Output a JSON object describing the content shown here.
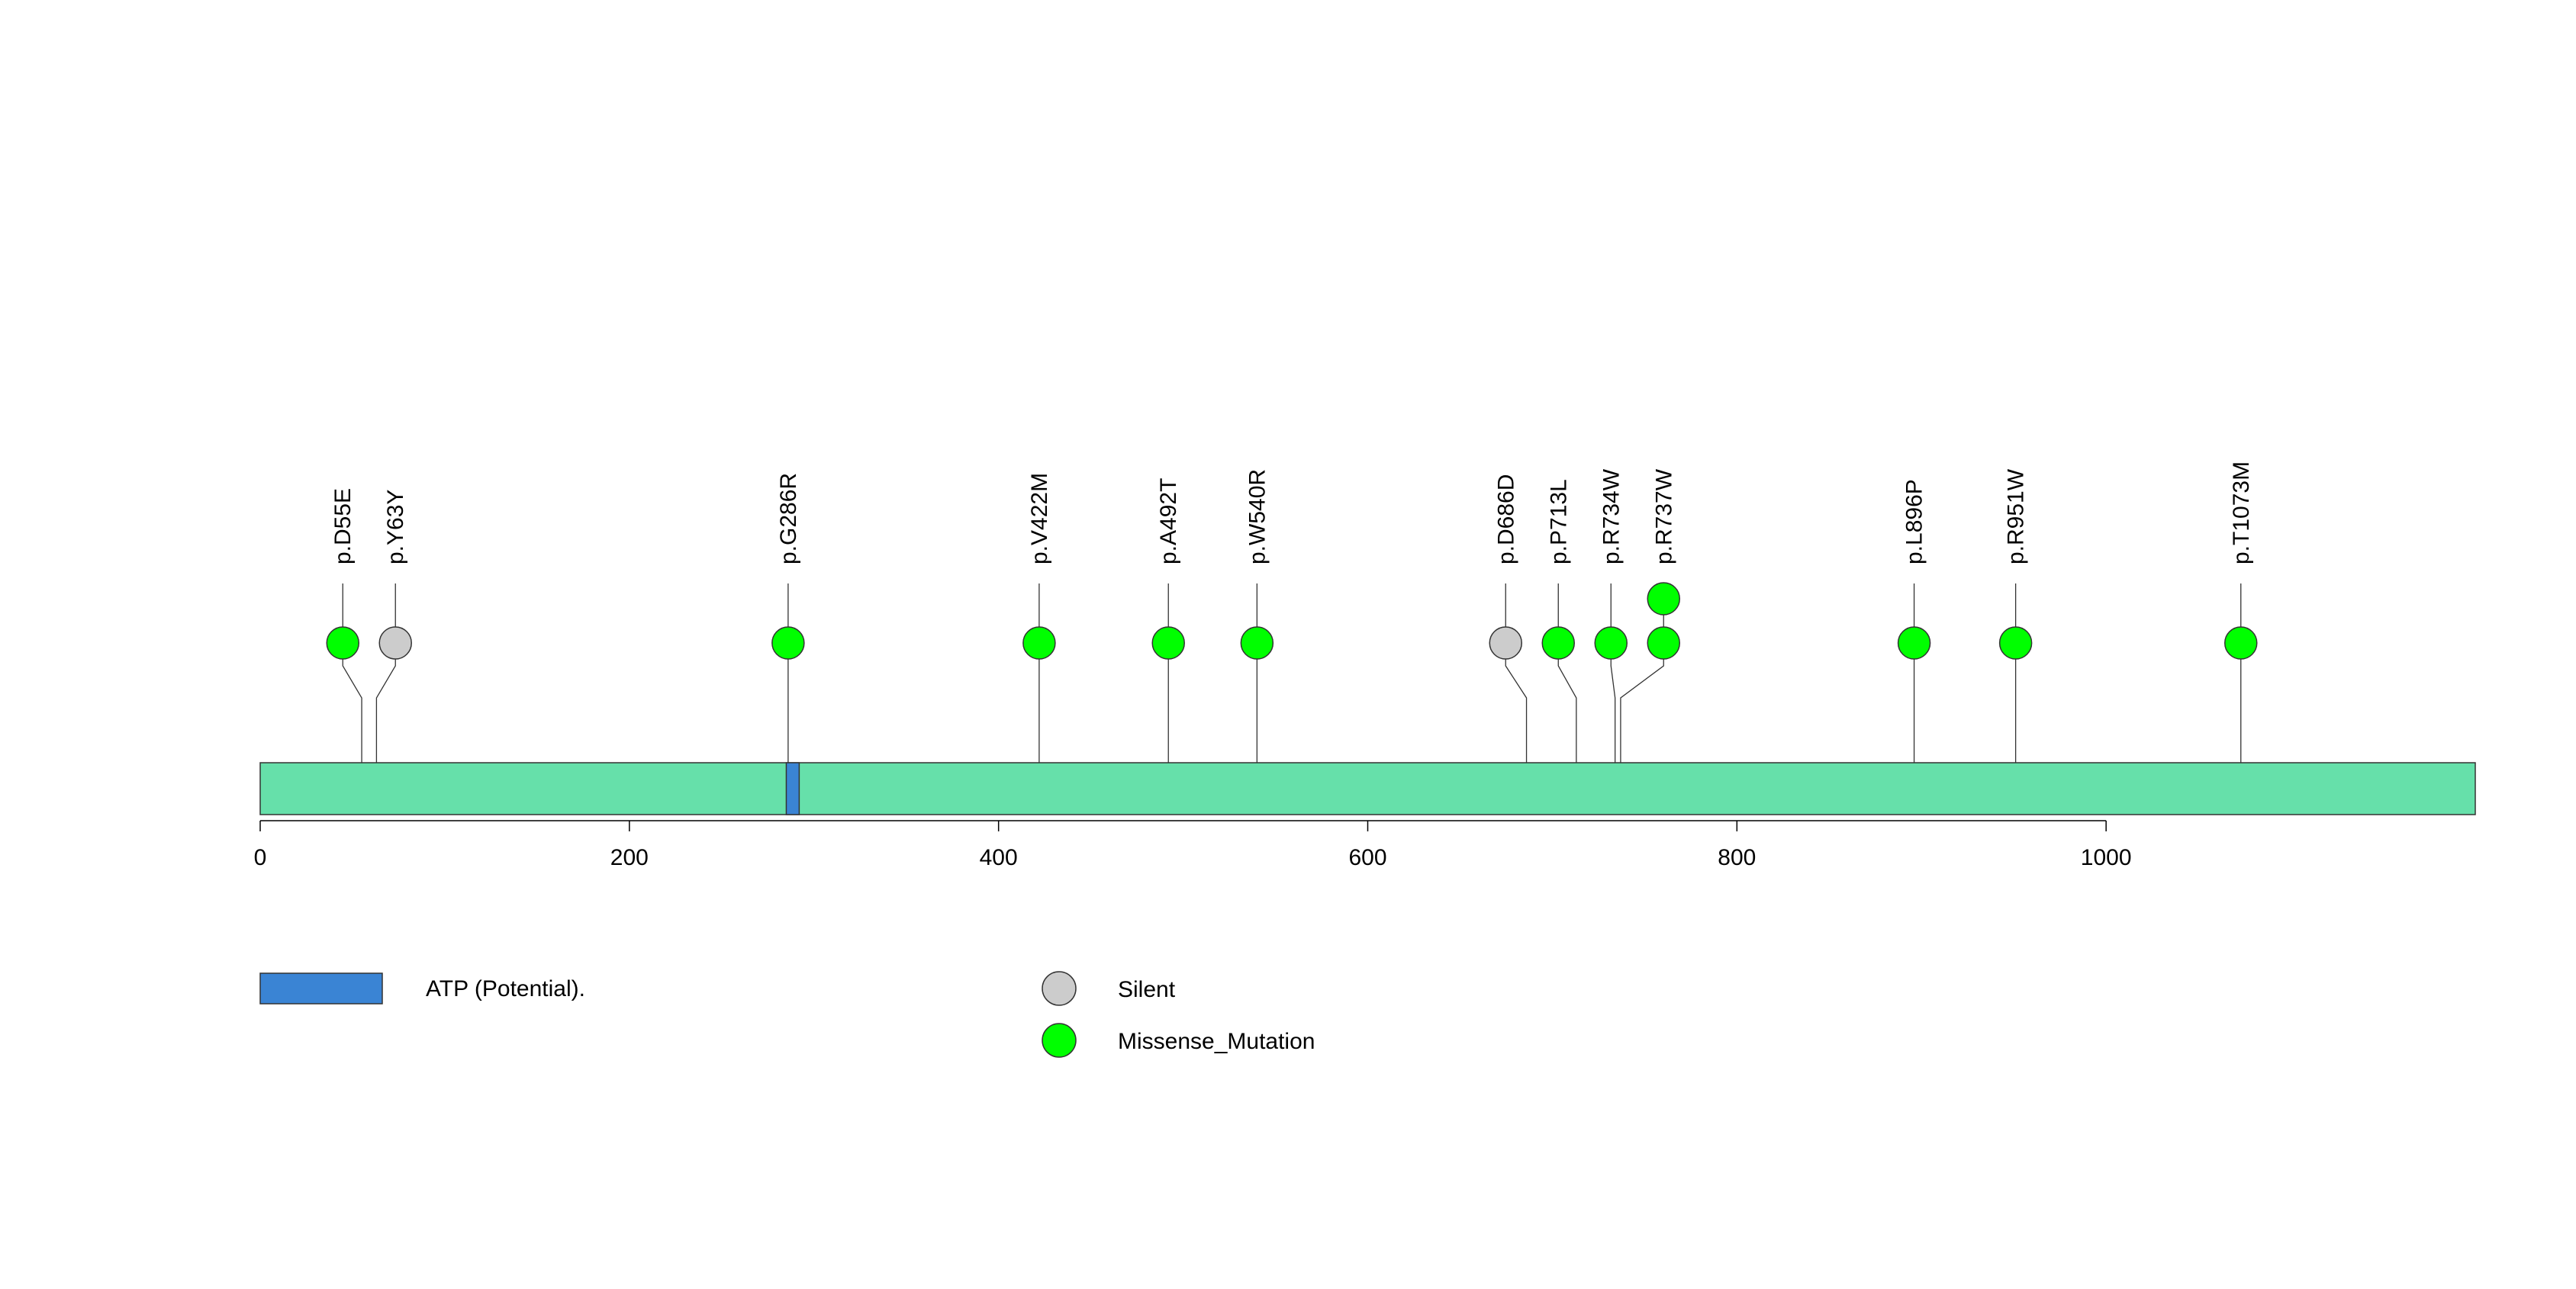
{
  "chart_data": {
    "type": "lollipop",
    "protein_length": 1200,
    "x_ticks": [
      0,
      200,
      400,
      600,
      800,
      1000
    ],
    "x_tick_labels": [
      "0",
      "200",
      "400",
      "600",
      "800",
      "1000"
    ],
    "domains": [
      {
        "name": "ATP (Potential).",
        "start": 285,
        "end": 292,
        "color": "#3a84d4"
      }
    ],
    "backbone_color": "#66e0aa",
    "mutations": [
      {
        "label": "p.D55E",
        "position": 55,
        "type": "Missense_Mutation",
        "count": 1
      },
      {
        "label": "p.Y63Y",
        "position": 63,
        "type": "Silent",
        "count": 1
      },
      {
        "label": "p.G286R",
        "position": 286,
        "type": "Missense_Mutation",
        "count": 1
      },
      {
        "label": "p.V422M",
        "position": 422,
        "type": "Missense_Mutation",
        "count": 1
      },
      {
        "label": "p.A492T",
        "position": 492,
        "type": "Missense_Mutation",
        "count": 1
      },
      {
        "label": "p.W540R",
        "position": 540,
        "type": "Missense_Mutation",
        "count": 1
      },
      {
        "label": "p.D686D",
        "position": 686,
        "type": "Silent",
        "count": 1
      },
      {
        "label": "p.P713L",
        "position": 713,
        "type": "Missense_Mutation",
        "count": 1
      },
      {
        "label": "p.R734W",
        "position": 734,
        "type": "Missense_Mutation",
        "count": 1
      },
      {
        "label": "p.R737W",
        "position": 737,
        "type": "Missense_Mutation",
        "count": 2
      },
      {
        "label": "p.L896P",
        "position": 896,
        "type": "Missense_Mutation",
        "count": 1
      },
      {
        "label": "p.R951W",
        "position": 951,
        "type": "Missense_Mutation",
        "count": 1
      },
      {
        "label": "p.T1073M",
        "position": 1073,
        "type": "Missense_Mutation",
        "count": 1
      }
    ],
    "legend": {
      "domains": [
        {
          "label": "ATP (Potential).",
          "color": "#3a84d4"
        }
      ],
      "mutation_types": [
        {
          "label": "Silent",
          "color": "#cccccc"
        },
        {
          "label": "Missense_Mutation",
          "color": "#00ff00"
        }
      ]
    }
  }
}
